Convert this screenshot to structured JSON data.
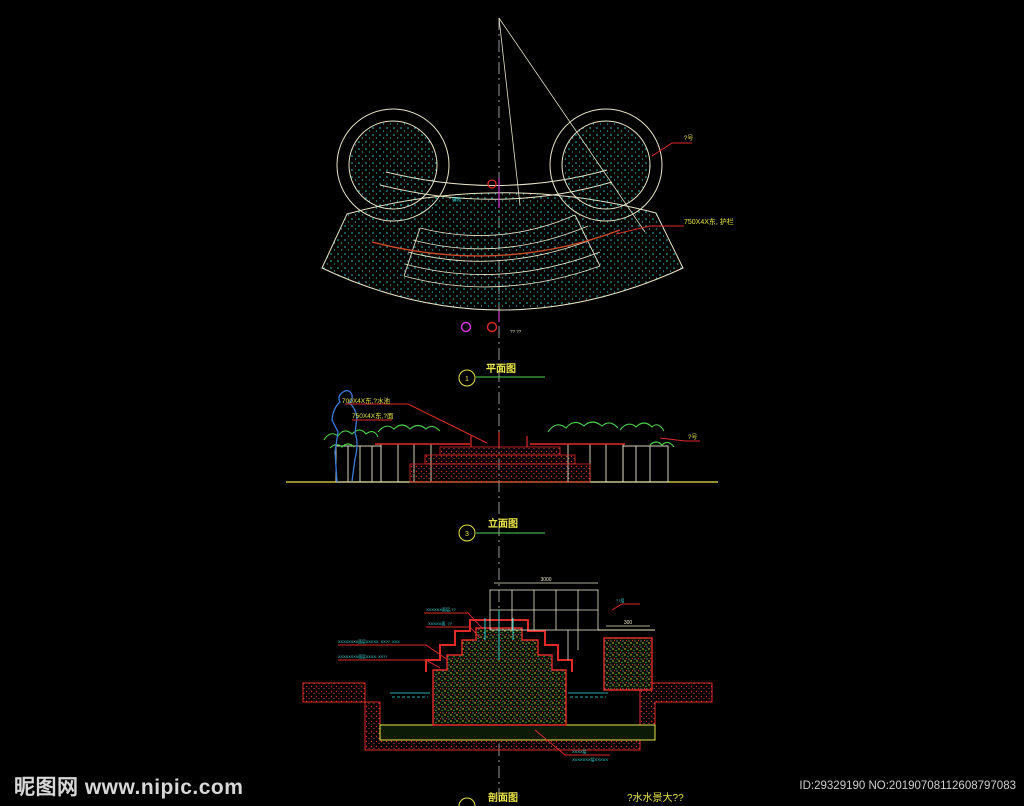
{
  "plan": {
    "title": "平面图",
    "number": "1",
    "labels": {
      "label_top_right": "?号",
      "label_paving": "750X4X东, 护栏",
      "label_small_1": "铺装",
      "label_axis": "?? ??"
    }
  },
  "elevation": {
    "title": "立面图",
    "number": "3",
    "labels": {
      "label_1": "700X4X东,?水池",
      "label_2": "750X4X东,?面",
      "label_right": "?号"
    }
  },
  "section": {
    "title": "剖面图",
    "question": "?水水景大??",
    "labels": {
      "dim_top": "3000",
      "dim_right": "300",
      "label_top_left_1": "XXXXXX面层,??",
      "label_top_left_2": "XXXXX面, ??",
      "label_left_1": "XXXXXXXX面层XXXXX, XX??, XXX",
      "label_left_2": "XXXXXXXX面层XXXX, XX??",
      "label_right": "??层",
      "label_bottom_1": "XXXX层",
      "label_bottom_2": "XXXXXXX层XXXXX"
    }
  },
  "watermark": {
    "left": "昵图网 www.nipic.com",
    "right": "ID:29329190 NO:20190708112608797083"
  },
  "colors": {
    "background": "#000000",
    "outline": "#e8e6c8",
    "cyan": "#39e0e0",
    "red": "#e02a2a",
    "green": "#4fd34f",
    "yellow": "#e8e44a",
    "magenta": "#d63ad6"
  }
}
